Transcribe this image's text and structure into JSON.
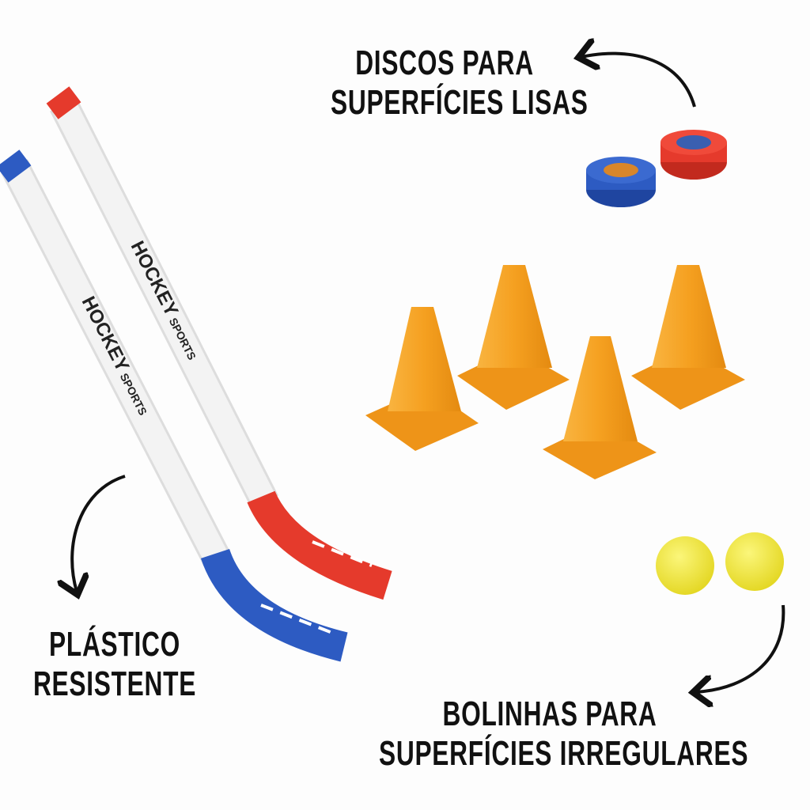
{
  "labels": {
    "discs": {
      "line1": "DISCOS PARA",
      "line2": "SUPERFÍCIES LISAS"
    },
    "plastic": {
      "line1": "PLÁSTICO",
      "line2": "RESISTENTE"
    },
    "balls": {
      "line1": "BOLINHAS PARA",
      "line2": "SUPERFÍCIES IRREGULARES"
    }
  },
  "stick_logo": {
    "brand": "HOCKEY",
    "sub": "SPORTS"
  },
  "colors": {
    "cone": "#f5a020",
    "ball": "#f1e93a",
    "blue": "#2d5bc2",
    "red": "#e53a2c",
    "shaft": "#f1f1f1"
  }
}
